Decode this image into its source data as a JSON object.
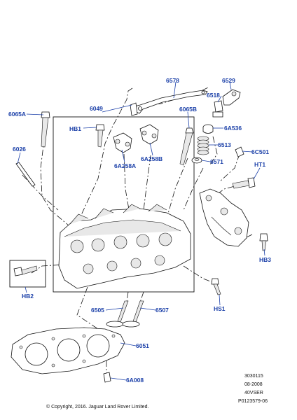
{
  "callouts": {
    "c6578": "6578",
    "c6529": "6529",
    "c6518": "6518",
    "c6049": "6049",
    "c6065B": "6065B",
    "c6065A": "6065A",
    "cHB1": "HB1",
    "c6A536": "6A536",
    "c6513": "6513",
    "c6026": "6026",
    "c6C501": "6C501",
    "c6A258A": "6A258A",
    "c6A258B": "6A258B",
    "c6571": "6571",
    "cHT1": "HT1",
    "cHB3": "HB3",
    "cHB2": "HB2",
    "cHS1": "HS1",
    "c6505": "6505",
    "c6507": "6507",
    "c6051": "6051",
    "c6A008": "6A008"
  },
  "meta": {
    "line1": "3030115",
    "line2": "08-2008",
    "line3": "40VSER",
    "line4": "P0123579-06"
  },
  "copyright": "© Copyright, 2016. Jaguar Land Rover Limited.",
  "colors": {
    "callout": "#1a3fa8",
    "line": "#111111"
  }
}
